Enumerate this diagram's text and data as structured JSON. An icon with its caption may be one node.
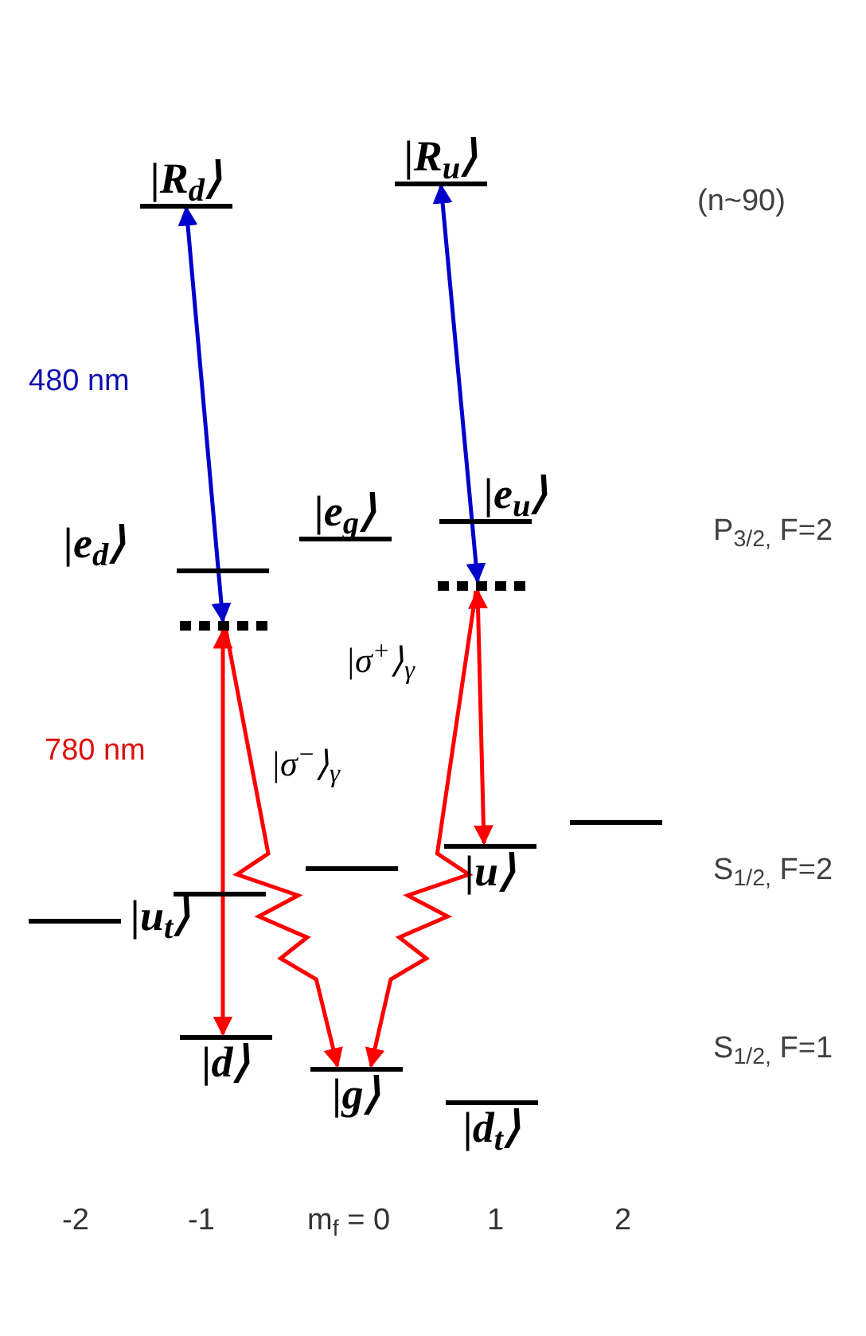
{
  "diagram": {
    "nodes": [
      {
        "text": [
          "|R$_{d}$⟩"
        ]
      },
      {
        "text": [
          "|R$_{u}$⟩"
        ]
      },
      {
        "text": [
          "|e$_{d}$⟩"
        ]
      },
      {
        "text": [
          "|e$_{g}$⟩"
        ]
      },
      {
        "text": [
          "|e$_{u}$⟩"
        ]
      },
      {
        "text": [],
        "shape": "dots"
      },
      {
        "text": [],
        "shape": "dots"
      },
      {
        "text": [
          "|u⟩"
        ]
      },
      {
        "text": [
          "|u$_{t}$⟩"
        ]
      },
      {
        "text": [
          "|d⟩"
        ]
      },
      {
        "text": [
          "|g⟩"
        ]
      },
      {
        "text": [
          "|d$_{t}$⟩"
        ]
      },
      {
        "text": [],
        "shape": "bar"
      },
      {
        "text": [],
        "shape": "bar"
      },
      {
        "text": [],
        "shape": "bar"
      }
    ],
    "edges": [
      {
        "from": 0,
        "to": 5,
        "arrow": "both",
        "color": "#0000cc"
      },
      {
        "from": 1,
        "to": 6,
        "arrow": "both",
        "color": "#0000cc"
      },
      {
        "from": 5,
        "to": 9,
        "arrow": "both"
      },
      {
        "from": 6,
        "to": 7,
        "arrow": "both"
      },
      {
        "from": 5,
        "to": 10,
        "arrow": "to",
        "label": "|σ$^{−}$⟩$_{γ}$"
      },
      {
        "from": 6,
        "to": 10,
        "arrow": "to",
        "label": "|σ$^{+}$⟩$_{γ}$"
      }
    ],
    "labels": [
      "(n~90)",
      "480 nm",
      "P$_{3/2,}$ F=2",
      "780 nm",
      "S$_{1/2,}$ F=2",
      "S$_{1/2,}$ F=1",
      "-2",
      "-1",
      "m$_{f}$ = 0",
      "1",
      "2"
    ]
  }
}
